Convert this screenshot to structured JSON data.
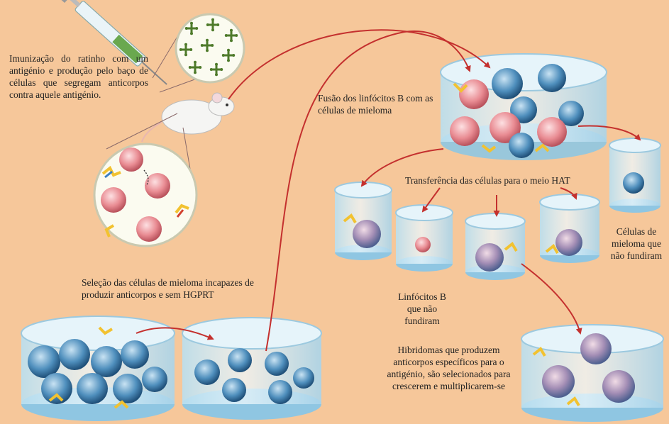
{
  "labels": {
    "immunization": "Imunização do ratinho com um antigénio e produção pelo baço de células que segregam anticorpos contra aquele antigénio.",
    "fusion": "Fusão dos linfócitos B com as células de mieloma",
    "transfer": "Transferência das células para o meio HAT",
    "myeloma_unfused": "Células de mieloma que não fundiram",
    "selection": "Seleção das células de mieloma incapazes de produzir anticorpos e sem HGPRT",
    "lymph_unfused": "Linfócitos B que não fundiram",
    "hybridomas": "Hibridomas que produzem anticorpos específicos para o antigénio, são selecionados para crescerem e multiplicarem-se"
  },
  "colors": {
    "background": "#f6c79a",
    "b_cell": "#e98c93",
    "myeloma": "#4f8fbd",
    "hybrid": "#a58fb6",
    "arrow": "#c4302e",
    "antigen": "#4e7a2a",
    "antibody_yellow": "#f2c230",
    "antibody_blue": "#3b7fc4",
    "antibody_red": "#d2412f"
  }
}
